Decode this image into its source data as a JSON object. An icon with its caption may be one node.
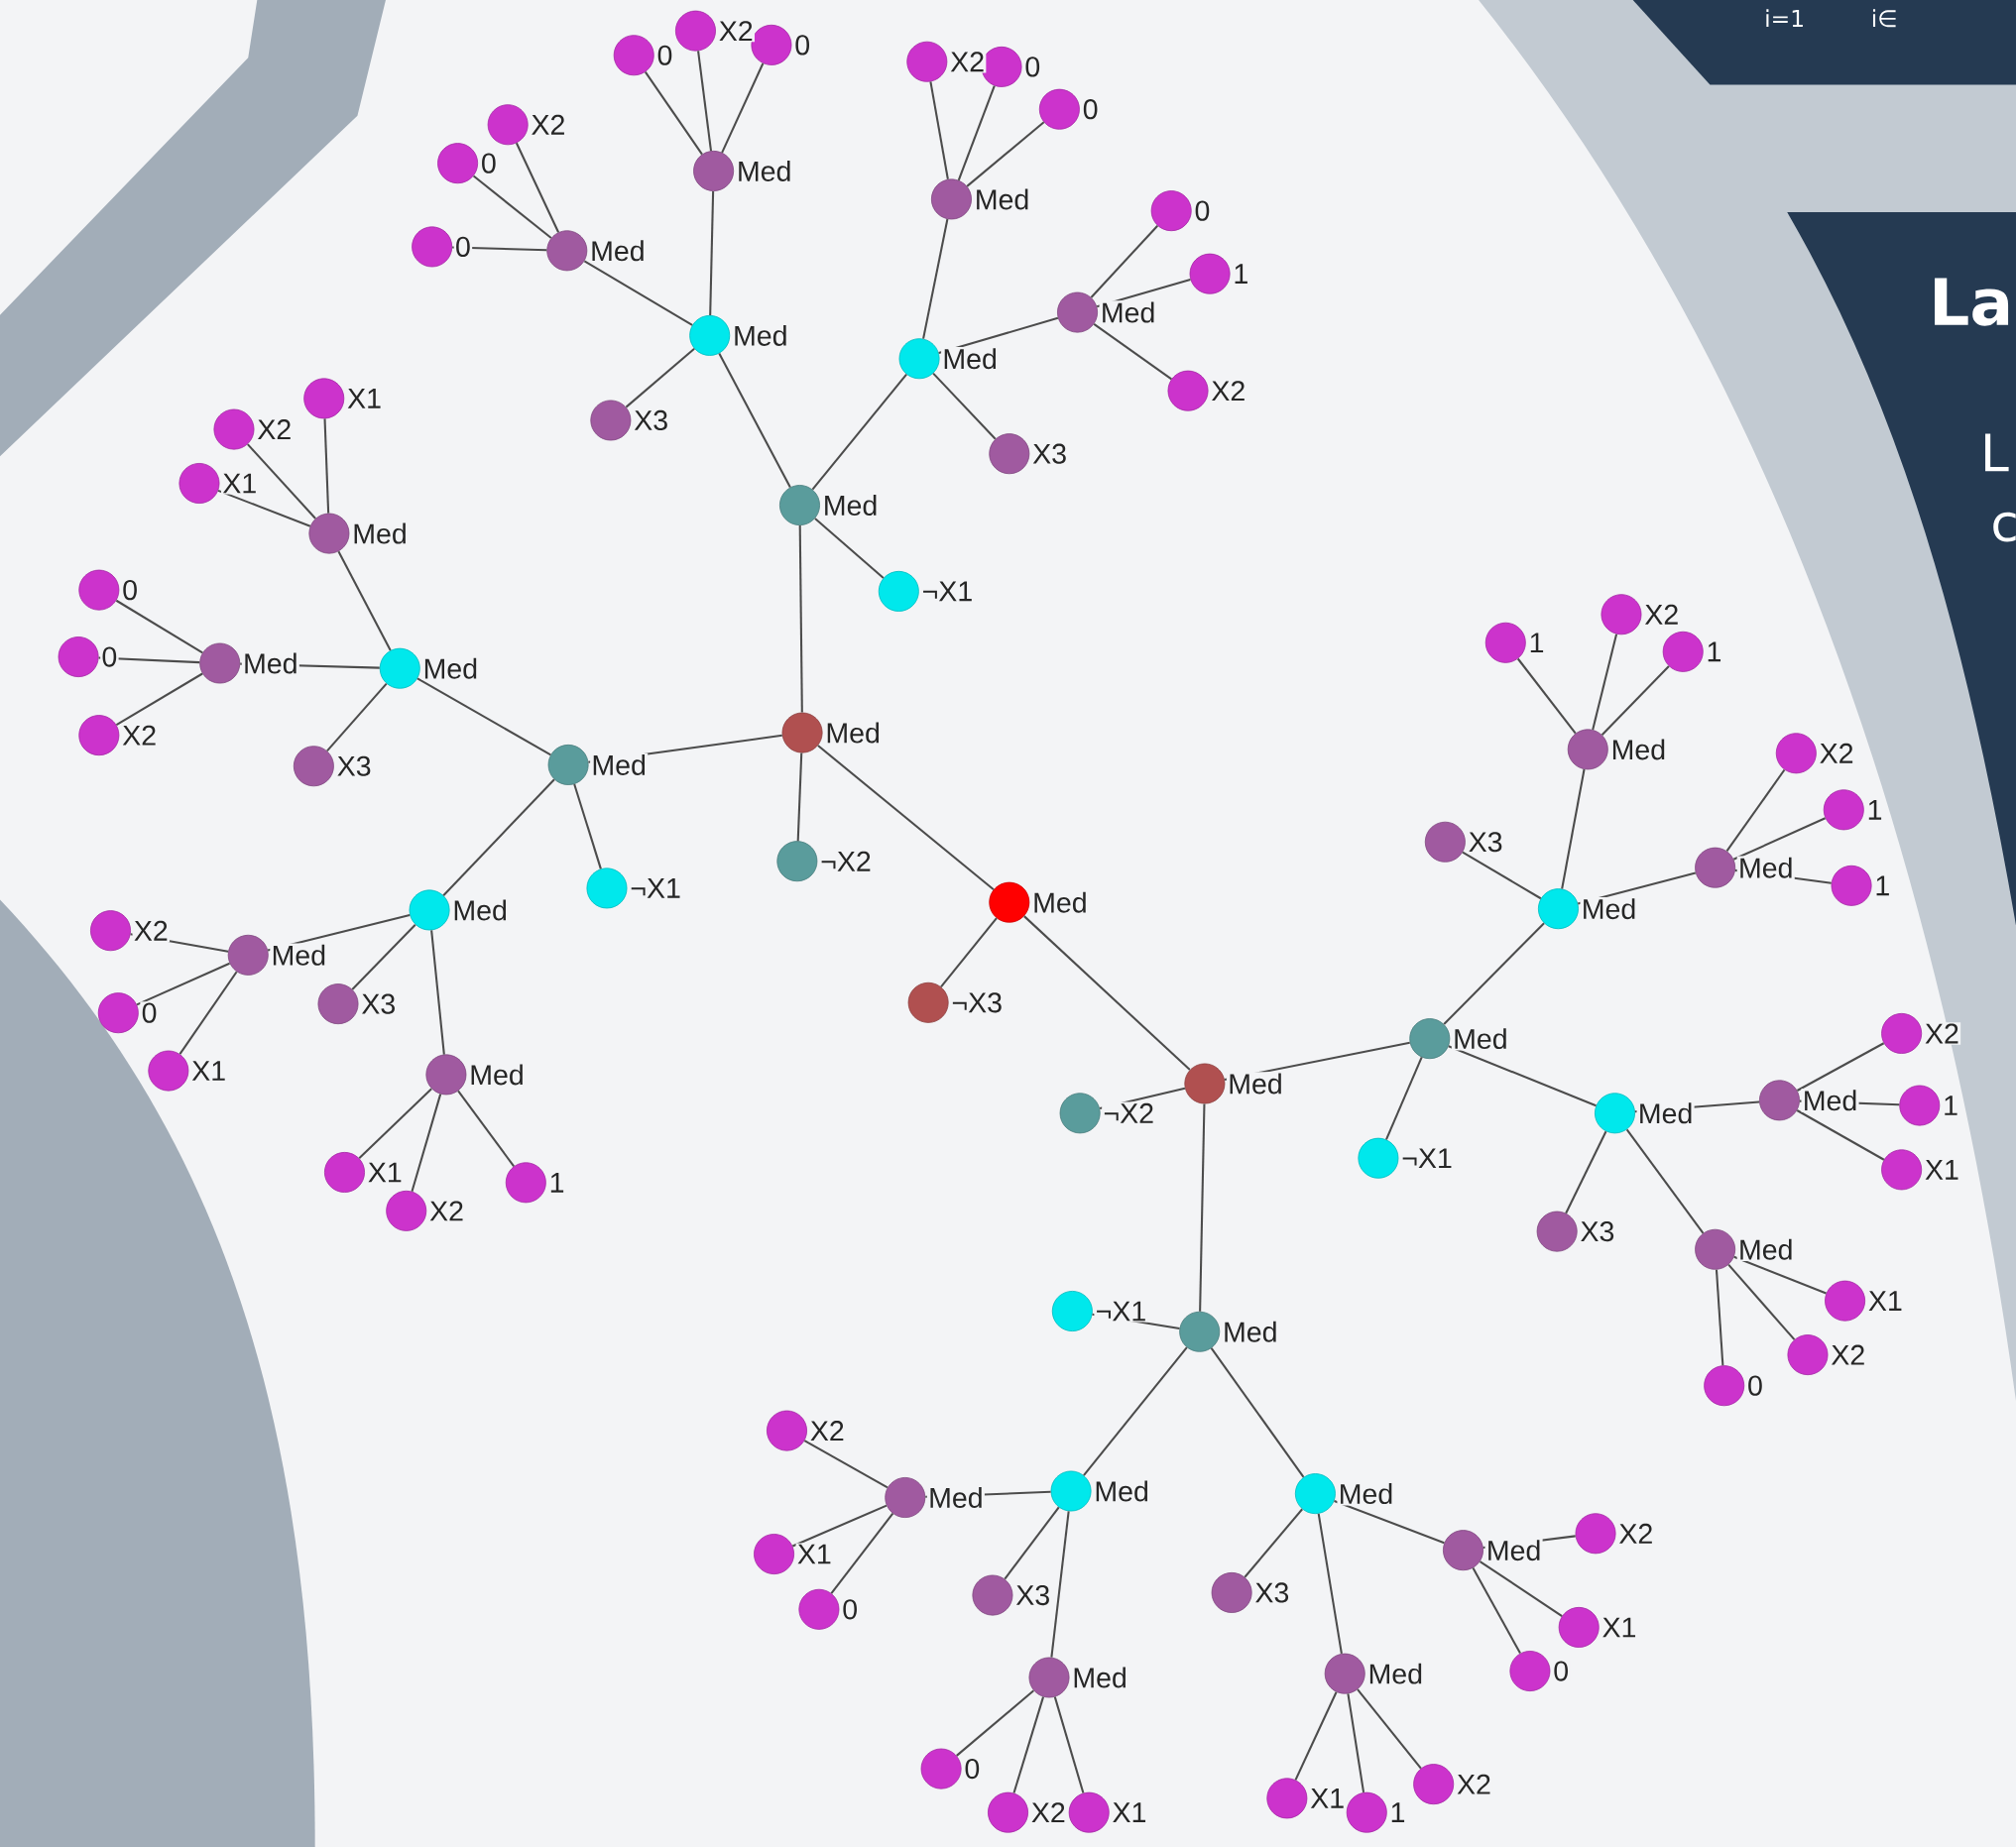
{
  "diagram": {
    "nodes": [
      {
        "text": [],
        "shape": "circle",
        "beside": [
          "Med"
        ]
      },
      {
        "text": [],
        "shape": "circle",
        "beside": [
          "¬X3"
        ]
      },
      {
        "text": [],
        "shape": "circle",
        "beside": [
          "Med"
        ]
      },
      {
        "text": [],
        "shape": "circle",
        "beside": [
          "Med"
        ]
      },
      {
        "text": [],
        "shape": "circle",
        "beside": [
          "¬X2"
        ]
      },
      {
        "text": [],
        "shape": "circle",
        "beside": [
          "Med"
        ]
      },
      {
        "text": [],
        "shape": "circle",
        "beside": [
          "Med"
        ]
      },
      {
        "text": [],
        "shape": "circle",
        "beside": [
          "¬X1"
        ]
      },
      {
        "text": [],
        "shape": "circle",
        "beside": [
          "Med"
        ]
      },
      {
        "text": [],
        "shape": "circle",
        "beside": [
          "Med"
        ]
      },
      {
        "text": [],
        "shape": "circle",
        "beside": [
          "X3"
        ]
      },
      {
        "text": [],
        "shape": "circle",
        "beside": [
          "Med"
        ]
      },
      {
        "text": [],
        "shape": "circle",
        "beside": [
          "Med"
        ]
      },
      {
        "text": [],
        "shape": "circle",
        "beside": [
          "0"
        ]
      },
      {
        "text": [],
        "shape": "circle",
        "beside": [
          "X2"
        ]
      },
      {
        "text": [],
        "shape": "circle",
        "beside": [
          "0"
        ]
      },
      {
        "text": [],
        "shape": "circle",
        "beside": [
          "X2"
        ]
      },
      {
        "text": [],
        "shape": "circle",
        "beside": [
          "0"
        ]
      },
      {
        "text": [],
        "shape": "circle",
        "beside": [
          "0"
        ]
      },
      {
        "text": [],
        "shape": "circle",
        "beside": [
          "X3"
        ]
      },
      {
        "text": [],
        "shape": "circle",
        "beside": [
          "Med"
        ]
      },
      {
        "text": [],
        "shape": "circle",
        "beside": [
          "Med"
        ]
      },
      {
        "text": [],
        "shape": "circle",
        "beside": [
          "X2"
        ]
      },
      {
        "text": [],
        "shape": "circle",
        "beside": [
          "0"
        ]
      },
      {
        "text": [],
        "shape": "circle",
        "beside": [
          "0"
        ]
      },
      {
        "text": [],
        "shape": "circle",
        "beside": [
          "0"
        ]
      },
      {
        "text": [],
        "shape": "circle",
        "beside": [
          "1"
        ]
      },
      {
        "text": [],
        "shape": "circle",
        "beside": [
          "X2"
        ]
      },
      {
        "text": [],
        "shape": "circle",
        "beside": [
          "¬X1"
        ]
      },
      {
        "text": [],
        "shape": "circle",
        "beside": [
          "Med"
        ]
      },
      {
        "text": [],
        "shape": "circle",
        "beside": [
          "Med"
        ]
      },
      {
        "text": [],
        "shape": "circle",
        "beside": [
          "X3"
        ]
      },
      {
        "text": [],
        "shape": "circle",
        "beside": [
          "Med"
        ]
      },
      {
        "text": [],
        "shape": "circle",
        "beside": [
          "Med"
        ]
      },
      {
        "text": [],
        "shape": "circle",
        "beside": [
          "X1"
        ]
      },
      {
        "text": [],
        "shape": "circle",
        "beside": [
          "X2"
        ]
      },
      {
        "text": [],
        "shape": "circle",
        "beside": [
          "X1"
        ]
      },
      {
        "text": [],
        "shape": "circle",
        "beside": [
          "0"
        ]
      },
      {
        "text": [],
        "shape": "circle",
        "beside": [
          "0"
        ]
      },
      {
        "text": [],
        "shape": "circle",
        "beside": [
          "X2"
        ]
      },
      {
        "text": [],
        "shape": "circle",
        "beside": [
          "X3"
        ]
      },
      {
        "text": [],
        "shape": "circle",
        "beside": [
          "Med"
        ]
      },
      {
        "text": [],
        "shape": "circle",
        "beside": [
          "Med"
        ]
      },
      {
        "text": [],
        "shape": "circle",
        "beside": [
          "X2"
        ]
      },
      {
        "text": [],
        "shape": "circle",
        "beside": [
          "0"
        ]
      },
      {
        "text": [],
        "shape": "circle",
        "beside": [
          "X1"
        ]
      },
      {
        "text": [],
        "shape": "circle",
        "beside": [
          "X1"
        ]
      },
      {
        "text": [],
        "shape": "circle",
        "beside": [
          "X2"
        ]
      },
      {
        "text": [],
        "shape": "circle",
        "beside": [
          "1"
        ]
      },
      {
        "text": [],
        "shape": "circle",
        "beside": [
          "¬X2"
        ]
      },
      {
        "text": [],
        "shape": "circle",
        "beside": [
          "Med"
        ]
      },
      {
        "text": [],
        "shape": "circle",
        "beside": [
          "Med"
        ]
      },
      {
        "text": [],
        "shape": "circle",
        "beside": [
          "¬X1"
        ]
      },
      {
        "text": [],
        "shape": "circle",
        "beside": [
          "Med"
        ]
      },
      {
        "text": [],
        "shape": "circle",
        "beside": [
          "Med"
        ]
      },
      {
        "text": [],
        "shape": "circle",
        "beside": [
          "X3"
        ]
      },
      {
        "text": [],
        "shape": "circle",
        "beside": [
          "Med"
        ]
      },
      {
        "text": [],
        "shape": "circle",
        "beside": [
          "Med"
        ]
      },
      {
        "text": [],
        "shape": "circle",
        "beside": [
          "1"
        ]
      },
      {
        "text": [],
        "shape": "circle",
        "beside": [
          "X2"
        ]
      },
      {
        "text": [],
        "shape": "circle",
        "beside": [
          "1"
        ]
      },
      {
        "text": [],
        "shape": "circle",
        "beside": [
          "X2"
        ]
      },
      {
        "text": [],
        "shape": "circle",
        "beside": [
          "1"
        ]
      },
      {
        "text": [],
        "shape": "circle",
        "beside": [
          "1"
        ]
      },
      {
        "text": [],
        "shape": "circle",
        "beside": [
          "X3"
        ]
      },
      {
        "text": [],
        "shape": "circle",
        "beside": [
          "Med"
        ]
      },
      {
        "text": [],
        "shape": "circle",
        "beside": [
          "Med"
        ]
      },
      {
        "text": [],
        "shape": "circle",
        "beside": [
          "X2"
        ]
      },
      {
        "text": [],
        "shape": "circle",
        "beside": [
          "1"
        ]
      },
      {
        "text": [],
        "shape": "circle",
        "beside": [
          "X1"
        ]
      },
      {
        "text": [],
        "shape": "circle",
        "beside": [
          "X1"
        ]
      },
      {
        "text": [],
        "shape": "circle",
        "beside": [
          "X2"
        ]
      },
      {
        "text": [],
        "shape": "circle",
        "beside": [
          "0"
        ]
      },
      {
        "text": [],
        "shape": "circle",
        "beside": [
          "¬X1"
        ]
      },
      {
        "text": [],
        "shape": "circle",
        "beside": [
          "Med"
        ]
      },
      {
        "text": [],
        "shape": "circle",
        "beside": [
          "Med"
        ]
      },
      {
        "text": [],
        "shape": "circle",
        "beside": [
          "X3"
        ]
      },
      {
        "text": [],
        "shape": "circle",
        "beside": [
          "Med"
        ]
      },
      {
        "text": [],
        "shape": "circle",
        "beside": [
          "Med"
        ]
      },
      {
        "text": [],
        "shape": "circle",
        "beside": [
          "X2"
        ]
      },
      {
        "text": [],
        "shape": "circle",
        "beside": [
          "X1"
        ]
      },
      {
        "text": [],
        "shape": "circle",
        "beside": [
          "0"
        ]
      },
      {
        "text": [],
        "shape": "circle",
        "beside": [
          "0"
        ]
      },
      {
        "text": [],
        "shape": "circle",
        "beside": [
          "X2"
        ]
      },
      {
        "text": [],
        "shape": "circle",
        "beside": [
          "X1"
        ]
      },
      {
        "text": [],
        "shape": "circle",
        "beside": [
          "X3"
        ]
      },
      {
        "text": [],
        "shape": "circle",
        "beside": [
          "Med"
        ]
      },
      {
        "text": [],
        "shape": "circle",
        "beside": [
          "Med"
        ]
      },
      {
        "text": [],
        "shape": "circle",
        "beside": [
          "X2"
        ]
      },
      {
        "text": [],
        "shape": "circle",
        "beside": [
          "X1"
        ]
      },
      {
        "text": [],
        "shape": "circle",
        "beside": [
          "0"
        ]
      },
      {
        "text": [],
        "shape": "circle",
        "beside": [
          "X1"
        ]
      },
      {
        "text": [],
        "shape": "circle",
        "beside": [
          "1"
        ]
      },
      {
        "text": [],
        "shape": "circle",
        "beside": [
          "X2"
        ]
      }
    ],
    "edges": [
      {
        "from": 0,
        "to": 1,
        "arrow": "none"
      },
      {
        "from": 0,
        "to": 2,
        "arrow": "none"
      },
      {
        "from": 0,
        "to": 3,
        "arrow": "none"
      },
      {
        "from": 2,
        "to": 4,
        "arrow": "none"
      },
      {
        "from": 2,
        "to": 5,
        "arrow": "none"
      },
      {
        "from": 2,
        "to": 6,
        "arrow": "none"
      },
      {
        "from": 5,
        "to": 7,
        "arrow": "none"
      },
      {
        "from": 5,
        "to": 8,
        "arrow": "none"
      },
      {
        "from": 5,
        "to": 9,
        "arrow": "none"
      },
      {
        "from": 8,
        "to": 10,
        "arrow": "none"
      },
      {
        "from": 8,
        "to": 11,
        "arrow": "none"
      },
      {
        "from": 8,
        "to": 12,
        "arrow": "none"
      },
      {
        "from": 11,
        "to": 13,
        "arrow": "none"
      },
      {
        "from": 11,
        "to": 14,
        "arrow": "none"
      },
      {
        "from": 11,
        "to": 15,
        "arrow": "none"
      },
      {
        "from": 12,
        "to": 16,
        "arrow": "none"
      },
      {
        "from": 12,
        "to": 17,
        "arrow": "none"
      },
      {
        "from": 12,
        "to": 18,
        "arrow": "none"
      },
      {
        "from": 9,
        "to": 19,
        "arrow": "none"
      },
      {
        "from": 9,
        "to": 20,
        "arrow": "none"
      },
      {
        "from": 9,
        "to": 21,
        "arrow": "none"
      },
      {
        "from": 20,
        "to": 22,
        "arrow": "none"
      },
      {
        "from": 20,
        "to": 23,
        "arrow": "none"
      },
      {
        "from": 20,
        "to": 24,
        "arrow": "none"
      },
      {
        "from": 21,
        "to": 25,
        "arrow": "none"
      },
      {
        "from": 21,
        "to": 26,
        "arrow": "none"
      },
      {
        "from": 21,
        "to": 27,
        "arrow": "none"
      },
      {
        "from": 6,
        "to": 28,
        "arrow": "none"
      },
      {
        "from": 6,
        "to": 29,
        "arrow": "none"
      },
      {
        "from": 6,
        "to": 30,
        "arrow": "none"
      },
      {
        "from": 29,
        "to": 31,
        "arrow": "none"
      },
      {
        "from": 29,
        "to": 32,
        "arrow": "none"
      },
      {
        "from": 29,
        "to": 33,
        "arrow": "none"
      },
      {
        "from": 32,
        "to": 34,
        "arrow": "none"
      },
      {
        "from": 32,
        "to": 35,
        "arrow": "none"
      },
      {
        "from": 32,
        "to": 36,
        "arrow": "none"
      },
      {
        "from": 33,
        "to": 37,
        "arrow": "none"
      },
      {
        "from": 33,
        "to": 38,
        "arrow": "none"
      },
      {
        "from": 33,
        "to": 39,
        "arrow": "none"
      },
      {
        "from": 30,
        "to": 40,
        "arrow": "none"
      },
      {
        "from": 30,
        "to": 41,
        "arrow": "none"
      },
      {
        "from": 30,
        "to": 42,
        "arrow": "none"
      },
      {
        "from": 41,
        "to": 43,
        "arrow": "none"
      },
      {
        "from": 41,
        "to": 44,
        "arrow": "none"
      },
      {
        "from": 41,
        "to": 45,
        "arrow": "none"
      },
      {
        "from": 42,
        "to": 46,
        "arrow": "none"
      },
      {
        "from": 42,
        "to": 47,
        "arrow": "none"
      },
      {
        "from": 42,
        "to": 48,
        "arrow": "none"
      },
      {
        "from": 3,
        "to": 49,
        "arrow": "none"
      },
      {
        "from": 3,
        "to": 50,
        "arrow": "none"
      },
      {
        "from": 3,
        "to": 51,
        "arrow": "none"
      },
      {
        "from": 50,
        "to": 52,
        "arrow": "none"
      },
      {
        "from": 50,
        "to": 53,
        "arrow": "none"
      },
      {
        "from": 50,
        "to": 54,
        "arrow": "none"
      },
      {
        "from": 53,
        "to": 55,
        "arrow": "none"
      },
      {
        "from": 53,
        "to": 56,
        "arrow": "none"
      },
      {
        "from": 53,
        "to": 57,
        "arrow": "none"
      },
      {
        "from": 56,
        "to": 58,
        "arrow": "none"
      },
      {
        "from": 56,
        "to": 59,
        "arrow": "none"
      },
      {
        "from": 56,
        "to": 60,
        "arrow": "none"
      },
      {
        "from": 57,
        "to": 61,
        "arrow": "none"
      },
      {
        "from": 57,
        "to": 62,
        "arrow": "none"
      },
      {
        "from": 57,
        "to": 63,
        "arrow": "none"
      },
      {
        "from": 54,
        "to": 64,
        "arrow": "none"
      },
      {
        "from": 54,
        "to": 65,
        "arrow": "none"
      },
      {
        "from": 54,
        "to": 66,
        "arrow": "none"
      },
      {
        "from": 65,
        "to": 67,
        "arrow": "none"
      },
      {
        "from": 65,
        "to": 68,
        "arrow": "none"
      },
      {
        "from": 65,
        "to": 69,
        "arrow": "none"
      },
      {
        "from": 66,
        "to": 70,
        "arrow": "none"
      },
      {
        "from": 66,
        "to": 71,
        "arrow": "none"
      },
      {
        "from": 66,
        "to": 72,
        "arrow": "none"
      },
      {
        "from": 51,
        "to": 73,
        "arrow": "none"
      },
      {
        "from": 51,
        "to": 74,
        "arrow": "none"
      },
      {
        "from": 51,
        "to": 75,
        "arrow": "none"
      },
      {
        "from": 74,
        "to": 76,
        "arrow": "none"
      },
      {
        "from": 74,
        "to": 77,
        "arrow": "none"
      },
      {
        "from": 74,
        "to": 78,
        "arrow": "none"
      },
      {
        "from": 77,
        "to": 79,
        "arrow": "none"
      },
      {
        "from": 77,
        "to": 80,
        "arrow": "none"
      },
      {
        "from": 77,
        "to": 81,
        "arrow": "none"
      },
      {
        "from": 78,
        "to": 82,
        "arrow": "none"
      },
      {
        "from": 78,
        "to": 83,
        "arrow": "none"
      },
      {
        "from": 78,
        "to": 84,
        "arrow": "none"
      },
      {
        "from": 75,
        "to": 85,
        "arrow": "none"
      },
      {
        "from": 75,
        "to": 86,
        "arrow": "none"
      },
      {
        "from": 75,
        "to": 87,
        "arrow": "none"
      },
      {
        "from": 86,
        "to": 88,
        "arrow": "none"
      },
      {
        "from": 86,
        "to": 89,
        "arrow": "none"
      },
      {
        "from": 86,
        "to": 90,
        "arrow": "none"
      },
      {
        "from": 87,
        "to": 91,
        "arrow": "none"
      },
      {
        "from": 87,
        "to": 92,
        "arrow": "none"
      },
      {
        "from": 87,
        "to": 93,
        "arrow": "none"
      }
    ],
    "labels": [
      "i=1",
      "i∈",
      "La",
      "L",
      "c"
    ]
  }
}
